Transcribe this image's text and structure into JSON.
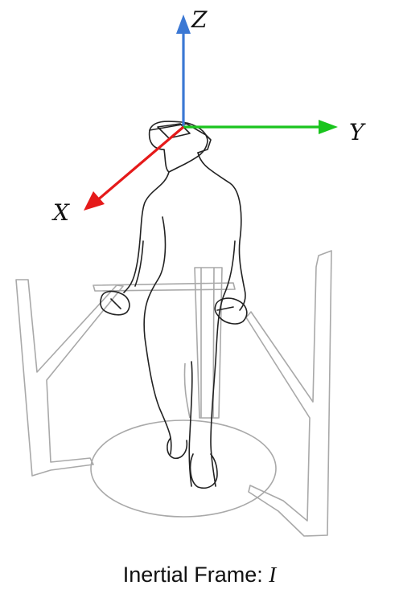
{
  "axes": {
    "x": {
      "label": "X",
      "color": "#e51a1a"
    },
    "y": {
      "label": "Y",
      "color": "#19c41d"
    },
    "z": {
      "label": "Z",
      "color": "#3b78d4"
    }
  },
  "caption": {
    "text": "Inertial Frame: ",
    "symbol": "I"
  },
  "colors": {
    "platform": "#a9a9a9",
    "person": "#222222"
  }
}
